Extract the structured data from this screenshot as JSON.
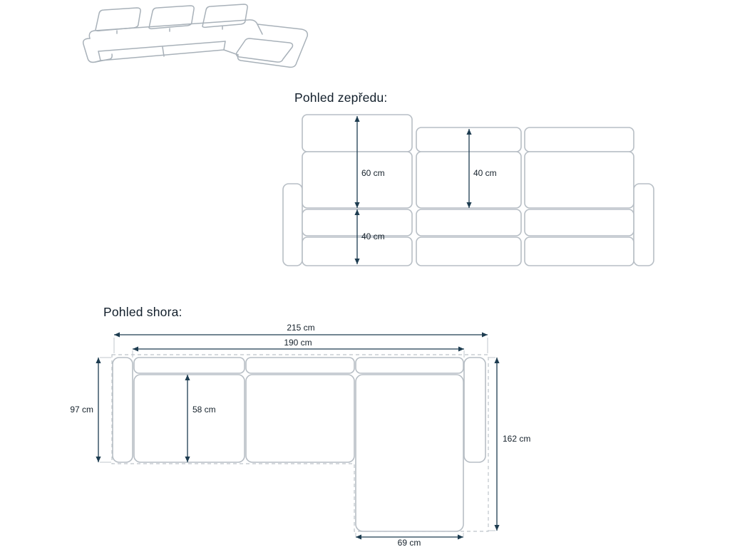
{
  "page": {
    "background_color": "#ffffff"
  },
  "sketch": {
    "description": "corner-sofa-line-drawing"
  },
  "front_view": {
    "title": "Pohled zepředu:",
    "dimensions": {
      "backrest_total_height": "60 cm",
      "back_cushion_height": "40 cm",
      "seat_height": "40 cm"
    }
  },
  "top_view": {
    "title": "Pohled shora:",
    "dimensions": {
      "overall_width": "215 cm",
      "seat_width": "190 cm",
      "body_depth": "97 cm",
      "seat_depth": "58 cm",
      "chaise_depth": "162 cm",
      "chaise_width": "69 cm"
    }
  },
  "colors": {
    "outline_gray": "#b7bec5",
    "sketch_gray": "#a8b1b9",
    "dimension_line": "#1d3c50",
    "text_dark": "#15212b"
  }
}
